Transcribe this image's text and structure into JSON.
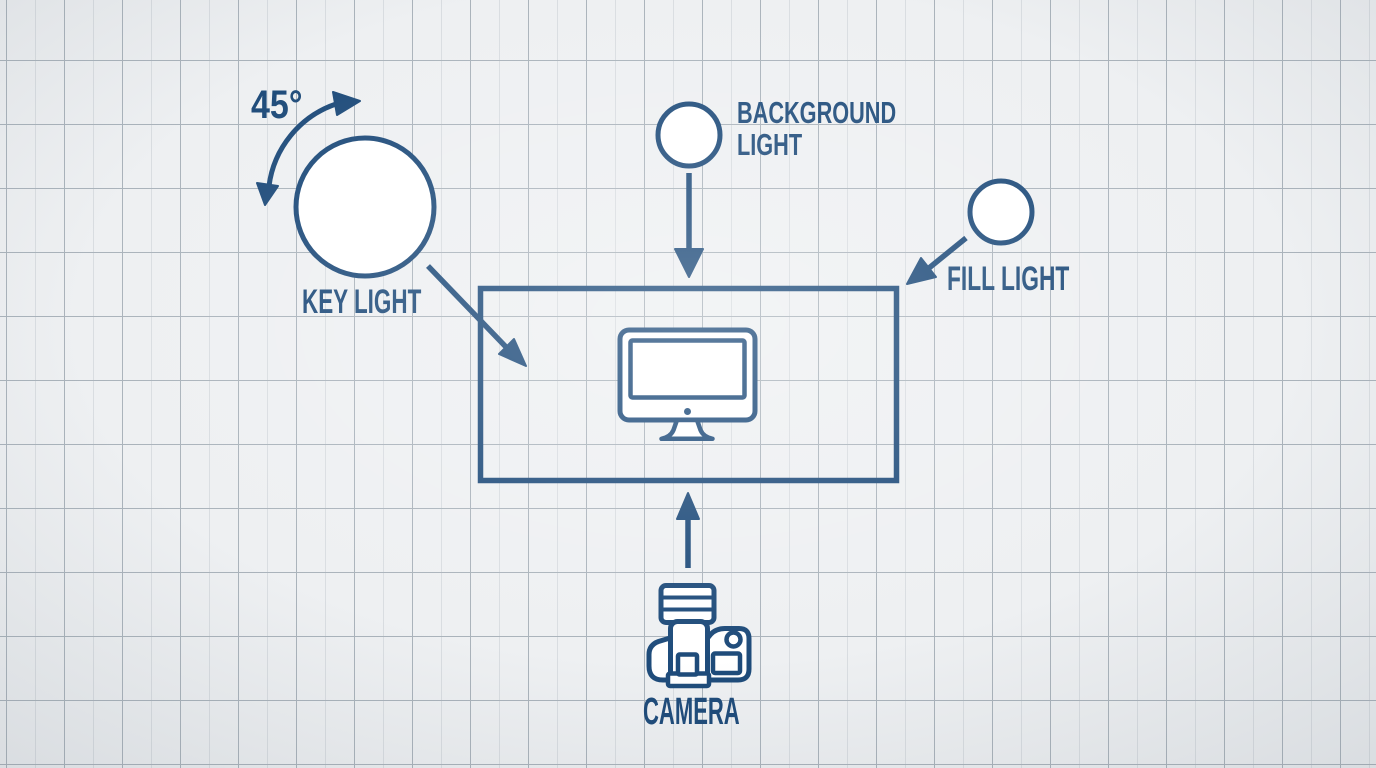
{
  "colors": {
    "ink": "#1e4b7a",
    "paper": "#eef0f2",
    "grid_major": "#aab3bb",
    "grid_minor": "#d9dde1",
    "shape_fill": "#ffffff"
  },
  "labels": {
    "angle": "45°",
    "key_light": "KEY LIGHT",
    "background_light_line1": "BACKGROUND",
    "background_light_line2": "LIGHT",
    "fill_light": "FILL LIGHT",
    "camera": "CAMERA"
  }
}
